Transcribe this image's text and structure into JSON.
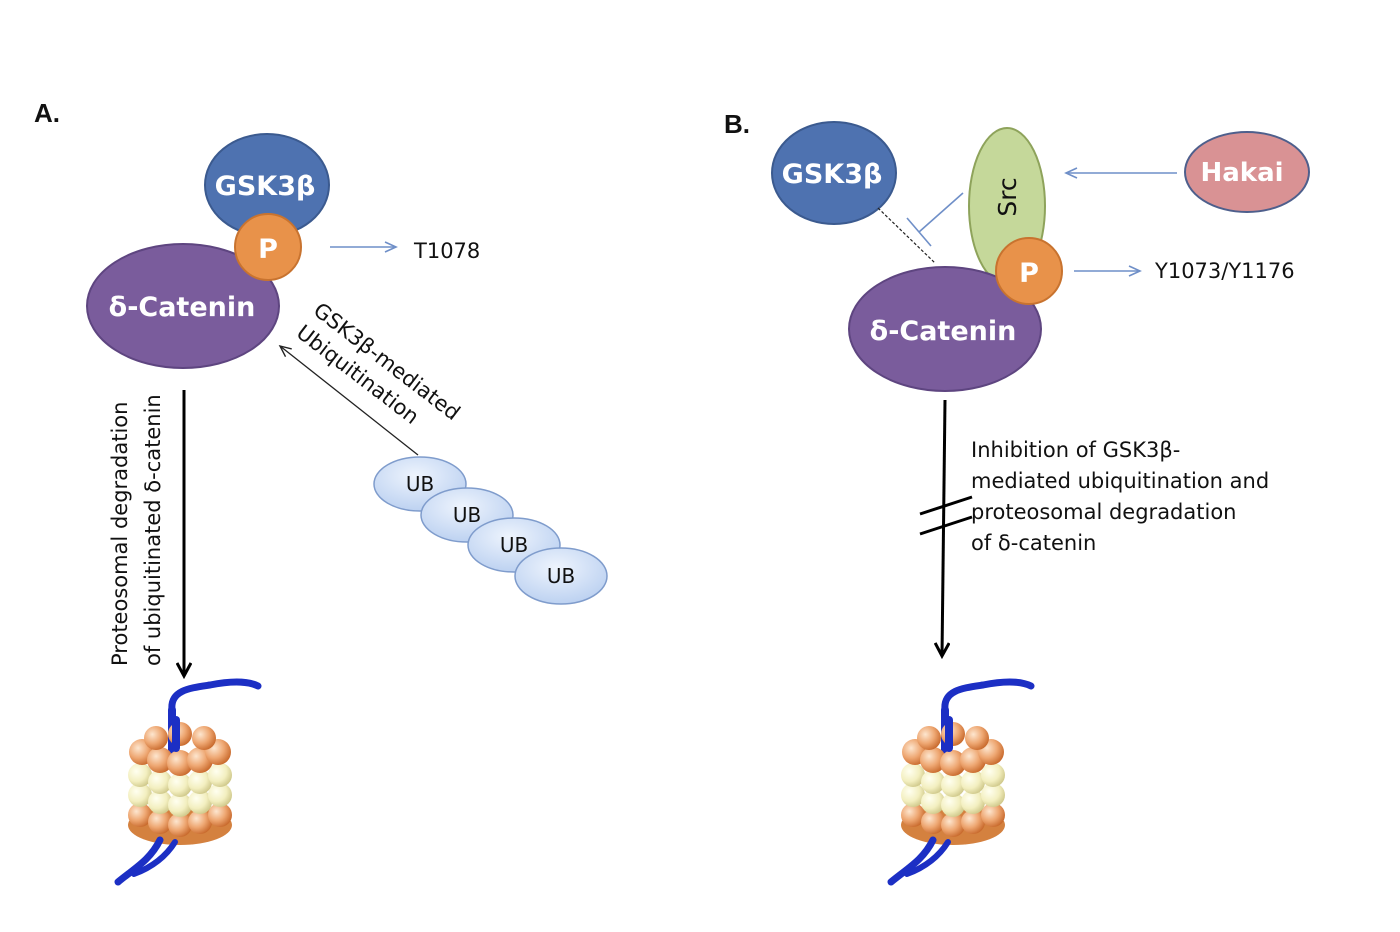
{
  "panel_a": {
    "label": "A.",
    "gsk3b": "GSK3β",
    "phospho": "P",
    "catenin": "δ-Catenin",
    "site": "T1078",
    "ubiquitination_line1": "GSK3β-mediated",
    "ubiquitination_line2": "Ubiquitination",
    "degradation_line1": "Proteosomal degradation",
    "degradation_line2": "of ubiquitinated δ-catenin",
    "ub_chain": [
      "UB",
      "UB",
      "UB",
      "UB"
    ]
  },
  "panel_b": {
    "label": "B.",
    "gsk3b": "GSK3β",
    "src": "Src",
    "hakai": "Hakai",
    "phospho": "P",
    "catenin": "δ-Catenin",
    "site": "Y1073/Y1176",
    "inhibition_lines": [
      "Inhibition of GSK3β-",
      "mediated ubiquitination and",
      "proteosomal degradation",
      "of δ-catenin"
    ]
  },
  "colors": {
    "gsk3b": "#4e72b0",
    "catenin": "#7a5c9c",
    "phospho": "#e8924a",
    "src": "#c5d89a",
    "hakai": "#d99294",
    "ub": "#c9dcf5",
    "arrow_blue": "#6f8fc8"
  }
}
